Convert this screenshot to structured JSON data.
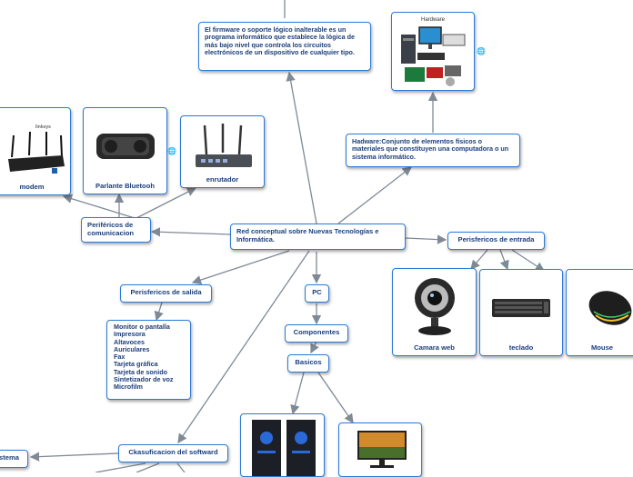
{
  "nodes": {
    "central": "Red conceptual sobre Nuevas Tecnologías e Informática.",
    "firmware": "El firmware o soporte lógico inalterable es un programa informático que establece la lógica de más bajo nivel que controla los circuitos electrónicos de un dispositivo de cualquier tipo.",
    "hardware_def": "Hadware:Conjunto de elementos físicos o materiales que constituyen una computadora o un sistema informático.",
    "hardware_img_title": "Hardware",
    "perif_com": "Periféricos de comunicacion",
    "modem": "modem",
    "parlante": "Parlante Bluetooh",
    "enrutador": "enrutador",
    "perif_entrada": "Perisfericos de entrada",
    "camara": "Camara web",
    "teclado": "teclado",
    "mouse": "Mouse",
    "perif_salida": "Perisfericos de salida",
    "salida_list": [
      "Monitor o pantalla",
      "Impresora",
      "Altavoces",
      "Auriculares",
      "Fax",
      "Tarjeta gráfica",
      "Tarjeta de sonido",
      "Sintetizador de voz",
      "Microfilm"
    ],
    "pc": "PC",
    "componentes": "Componentes",
    "basicos": "Basicos",
    "clasificacion": "Ckasuficacion del softward",
    "sistema": "stema"
  },
  "colors": {
    "border": "#2b7bd6",
    "text": "#1a3e7a",
    "edge": "#7f8a96"
  },
  "icons": {
    "link": "globe-icon"
  }
}
